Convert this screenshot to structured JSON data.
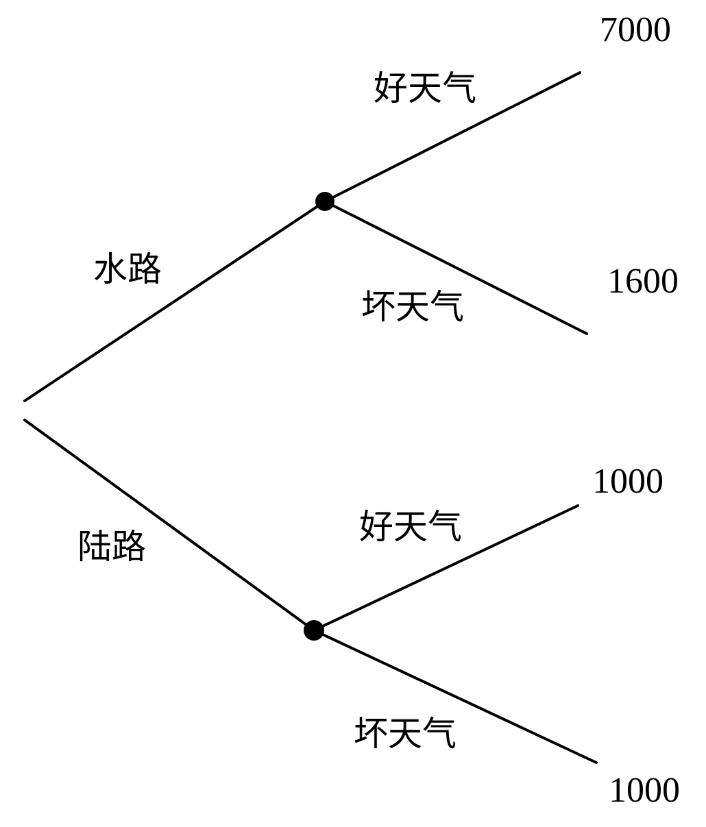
{
  "decision_tree": {
    "routes": [
      {
        "label": "水路",
        "outcomes": [
          {
            "label": "好天气",
            "value": "7000"
          },
          {
            "label": "坏天气",
            "value": "1600"
          }
        ]
      },
      {
        "label": "陆路",
        "outcomes": [
          {
            "label": "好天气",
            "value": "1000"
          },
          {
            "label": "坏天气",
            "value": "1000"
          }
        ]
      }
    ]
  }
}
